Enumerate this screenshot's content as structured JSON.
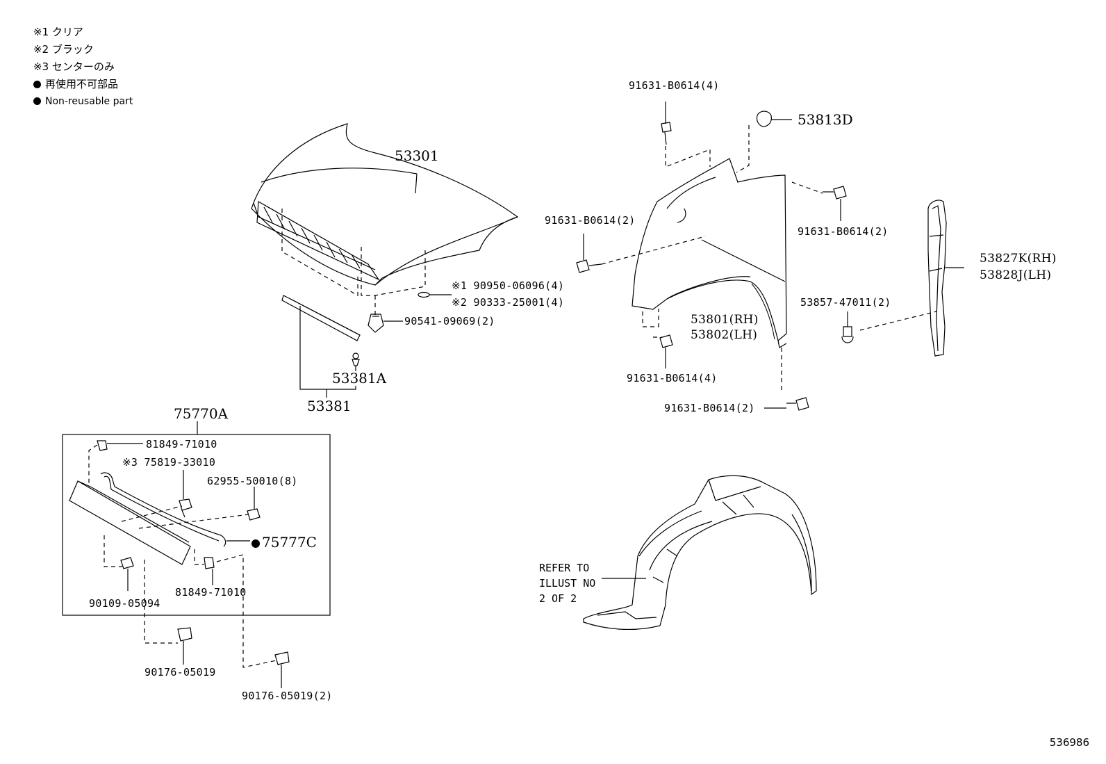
{
  "legend": [
    {
      "text": "※1 クリア",
      "bullet": false
    },
    {
      "text": "※2 ブラック",
      "bullet": false
    },
    {
      "text": "※3 センターのみ",
      "bullet": false
    },
    {
      "text": "再使用不可部品",
      "bullet": true
    },
    {
      "text": "Non-reusable part",
      "bullet": true
    }
  ],
  "parts": {
    "p53301": "53301",
    "p53381A": "53381A",
    "p53381": "53381",
    "p90950": "※1 90950-06096(4)",
    "p90333": "※2 90333-25001(4)",
    "p90541": "90541-09069(2)",
    "p75770A": "75770A",
    "p81849_top": "81849-71010",
    "p75819": "※3 75819-33010",
    "p62955": "62955-50010(8)",
    "p75777C": "75777C",
    "p81849_bottom": "81849-71010",
    "p90109": "90109-05094",
    "p90176_a": "90176-05019",
    "p90176_b": "90176-05019(2)",
    "p91631_top": "91631-B0614(4)",
    "p53813D": "53813D",
    "p91631_left": "91631-B0614(2)",
    "p91631_right": "91631-B0614(2)",
    "p53827K": "53827K(RH)",
    "p53828J": "53828J(LH)",
    "p53857": "53857-47011(2)",
    "p53801": "53801(RH)",
    "p53802": "53802(LH)",
    "p91631_bottom1": "91631-B0614(4)",
    "p91631_bottom2": "91631-B0614(2)"
  },
  "note": [
    "REFER TO",
    "ILLUST NO",
    "2 OF 2"
  ],
  "figure_number": "536986",
  "colors": {
    "line": "#000000",
    "background": "#ffffff"
  }
}
